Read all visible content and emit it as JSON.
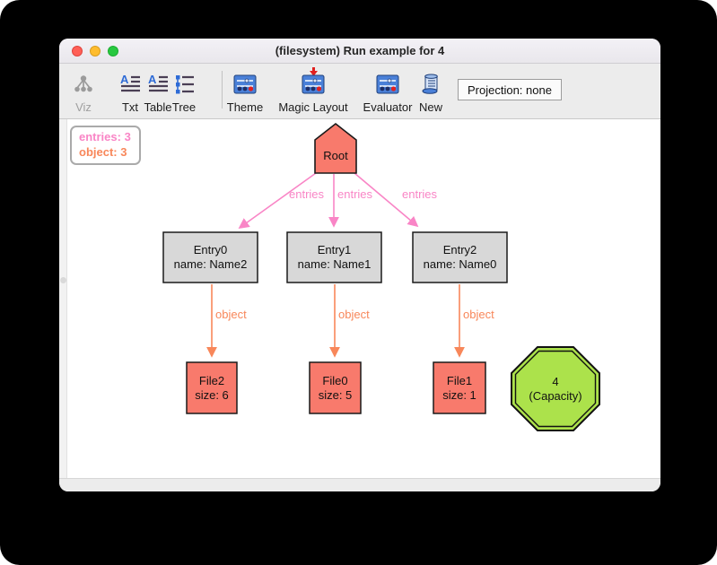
{
  "window": {
    "title": "(filesystem) Run example for 4"
  },
  "toolbar": {
    "viz": "Viz",
    "txt": "Txt",
    "table": "Table",
    "tree": "Tree",
    "theme": "Theme",
    "magic_layout": "Magic Layout",
    "evaluator": "Evaluator",
    "new": "New",
    "projection": "Projection: none"
  },
  "legend": {
    "entries": "entries: 3",
    "object": "object: 3"
  },
  "graph": {
    "root": {
      "label": "Root"
    },
    "edge_labels": {
      "entries": "entries",
      "object": "object"
    },
    "entries": [
      {
        "name": "Entry0",
        "attribute": "name: Name2"
      },
      {
        "name": "Entry1",
        "attribute": "name: Name1"
      },
      {
        "name": "Entry2",
        "attribute": "name: Name0"
      }
    ],
    "files": [
      {
        "name": "File2",
        "attribute": "size: 6"
      },
      {
        "name": "File0",
        "attribute": "size: 5"
      },
      {
        "name": "File1",
        "attribute": "size: 1"
      }
    ],
    "capacity": {
      "value": "4",
      "caption": "(Capacity)"
    }
  },
  "colors": {
    "entries_edge": "#F985C6",
    "object_edge": "#F8875A",
    "signature_fill": "#F87A6C",
    "entry_fill": "#D8D8D8",
    "capacity_fill": "#ACE24B",
    "traffic_red": "#FF5F57",
    "traffic_yellow": "#FEBC2E",
    "traffic_green": "#28C840"
  }
}
